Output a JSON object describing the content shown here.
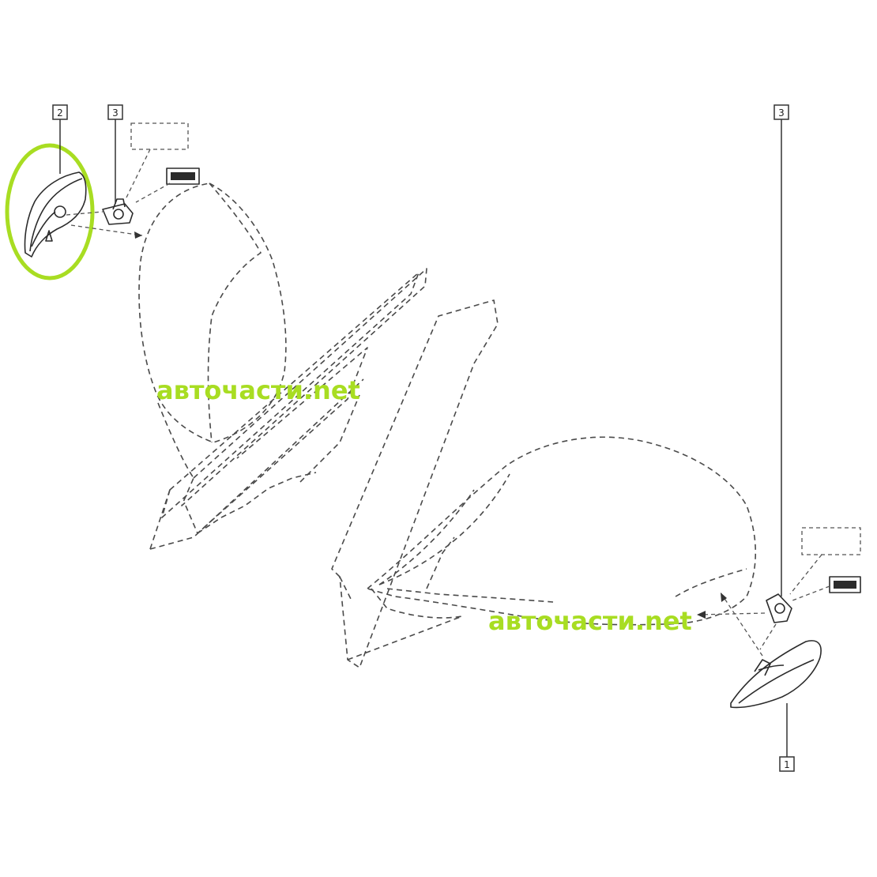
{
  "callouts": {
    "part_2_left": "2",
    "part_3_left": "3",
    "part_3_right": "3",
    "part_1_right": "1"
  },
  "watermarks": {
    "upper": "авточасти.net",
    "lower": "авточасти.net"
  },
  "colors": {
    "highlight_ring": "#a8dd22",
    "watermark": "#a8dd22",
    "line": "#333333"
  },
  "icons": [
    "turn-signal-lamp-icon",
    "bulb-socket-icon",
    "bulb-icon",
    "mirror-housing-outline",
    "highlight-ellipse"
  ]
}
